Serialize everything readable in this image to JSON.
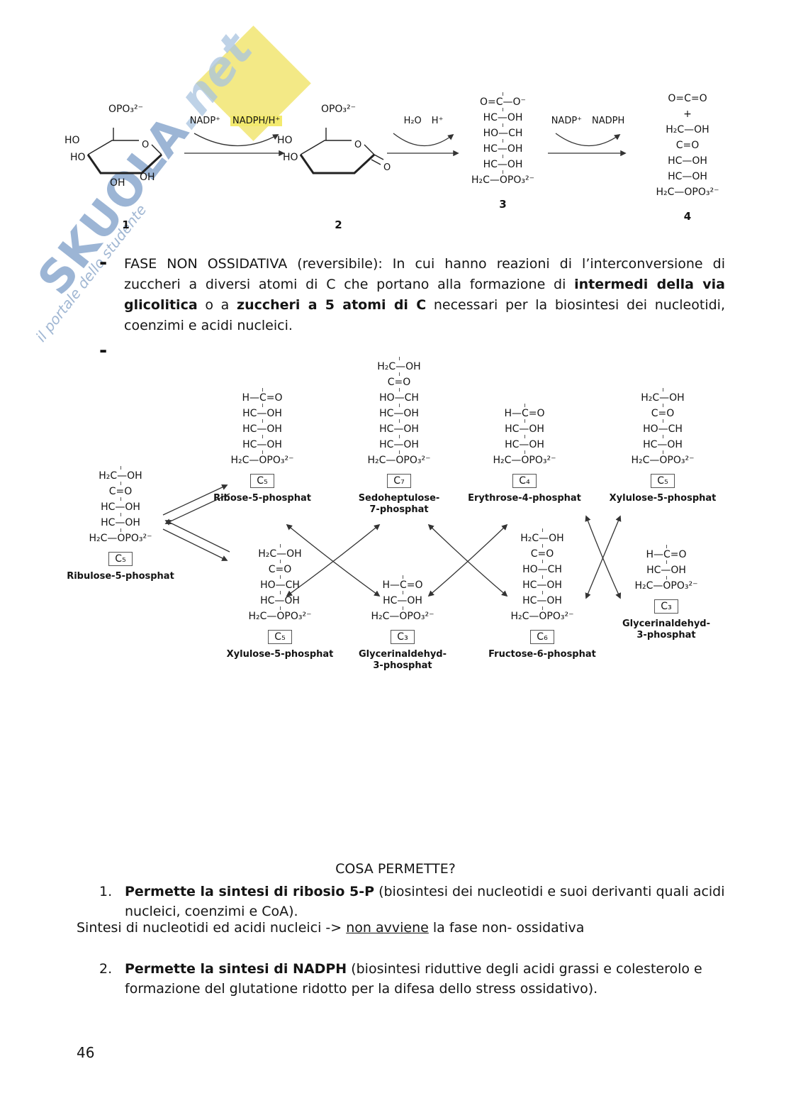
{
  "watermark": {
    "brand_main": "SKUOLA",
    "brand_suffix": ".net",
    "tagline": "il portale dello studente"
  },
  "colors": {
    "watermark_blue": "#7b9dc7",
    "watermark_yellow": "#f2e87f",
    "nadph_highlight": "#f3ea6e"
  },
  "oxidative": {
    "structure1": {
      "top_label": "OPO₃²⁻",
      "ring_o": "O",
      "left_top": "HO",
      "left_bottom": "HO",
      "bottom": "OH",
      "bottom_right": "OH",
      "number": "1"
    },
    "arrow1": {
      "left": "NADP⁺",
      "right": "NADPH/H⁺"
    },
    "structure2": {
      "top_label": "OPO₃²⁻",
      "ring_o": "O",
      "left_top": "HO",
      "left_bottom": "HO",
      "lactone": "O",
      "number": "2"
    },
    "arrow2": {
      "left": "H₂O",
      "right": "H⁺"
    },
    "structure3": {
      "lines": [
        "O=C—O⁻",
        "HC—OH",
        "HO—CH",
        "HC—OH",
        "HC—OH",
        "H₂C—OPO₃²⁻"
      ],
      "number": "3"
    },
    "arrow3": {
      "left": "NADP⁺",
      "right": "NADPH"
    },
    "structure4": {
      "lines": [
        "O=C=O",
        "+",
        "H₂C—OH",
        "C=O",
        "HC—OH",
        "HC—OH",
        "H₂C—OPO₃²⁻"
      ],
      "number": "4"
    }
  },
  "fase_text": {
    "dash": "-",
    "seg1": "FASE NON OSSIDATIVA (reversibile): In cui hanno reazioni di l’interconversione di zuccheri a diversi atomi di C che portano alla formazione di ",
    "seg2": "intermedi della via glicolitica",
    "seg3": " o a ",
    "seg4": "zuccheri a 5 atomi di C",
    "seg5": " necessari per la biosintesi dei nucleotidi, coenzimi e acidi nucleici.",
    "dash2": "-"
  },
  "nonoxidative": {
    "compounds": [
      {
        "box": "C₅",
        "name_lines": [
          "Ribulose-5-phosphat"
        ],
        "lines": [
          "H₂C—OH",
          "C=O",
          "HC—OH",
          "HC—OH",
          "H₂C—OPO₃²⁻"
        ]
      },
      {
        "box": "C₅",
        "name_lines": [
          "Ribose-5-phosphat"
        ],
        "lines": [
          "H—C=O",
          "HC—OH",
          "HC—OH",
          "HC—OH",
          "H₂C—OPO₃²⁻"
        ]
      },
      {
        "box": "C₇",
        "name_lines": [
          "Sedoheptulose-",
          "7-phosphat"
        ],
        "lines": [
          "H₂C—OH",
          "C=O",
          "HO—CH",
          "HC—OH",
          "HC—OH",
          "HC—OH",
          "H₂C—OPO₃²⁻"
        ]
      },
      {
        "box": "C₄",
        "name_lines": [
          "Erythrose-4-phosphat"
        ],
        "lines": [
          "H—C=O",
          "HC—OH",
          "HC—OH",
          "H₂C—OPO₃²⁻"
        ]
      },
      {
        "box": "C₅",
        "name_lines": [
          "Xylulose-5-phosphat"
        ],
        "lines": [
          "H₂C—OH",
          "C=O",
          "HO—CH",
          "HC—OH",
          "H₂C—OPO₃²⁻"
        ]
      },
      {
        "box": "C₅",
        "name_lines": [
          "Xylulose-5-phosphat"
        ],
        "lines": [
          "H₂C—OH",
          "C=O",
          "HO—CH",
          "HC—OH",
          "H₂C—OPO₃²⁻"
        ]
      },
      {
        "box": "C₃",
        "name_lines": [
          "Glycerinaldehyd-",
          "3-phosphat"
        ],
        "lines": [
          "H—C=O",
          "HC—OH",
          "H₂C—OPO₃²⁻"
        ]
      },
      {
        "box": "C₆",
        "name_lines": [
          "Fructose-6-phosphat"
        ],
        "lines": [
          "H₂C—OH",
          "C=O",
          "HO—CH",
          "HC—OH",
          "HC—OH",
          "H₂C—OPO₃²⁻"
        ]
      },
      {
        "box": "C₃",
        "name_lines": [
          "Glycerinaldehyd-",
          "3-phosphat"
        ],
        "lines": [
          "H—C=O",
          "HC—OH",
          "H₂C—OPO₃²⁻"
        ]
      }
    ]
  },
  "cosa": {
    "heading": "COSA PERMETTE?"
  },
  "list": {
    "item1_num": "1.",
    "item1_bold": "Permette la sintesi di ribosio 5-P",
    "item1_rest": " (biosintesi dei nucleotidi e suoi derivanti quali acidi nucleici, coenzimi e CoA).",
    "sintesi_pre": "Sintesi di nucleotidi ed acidi nucleici -> ",
    "sintesi_underline": "non avviene",
    "sintesi_post": " la fase non- ossidativa",
    "item2_num": "2.",
    "item2_bold": "Permette la sintesi di NADPH",
    "item2_rest": " (biosintesi riduttive degli acidi grassi e colesterolo e formazione del glutatione ridotto per la difesa dello stress ossidativo)."
  },
  "page_number": "46"
}
